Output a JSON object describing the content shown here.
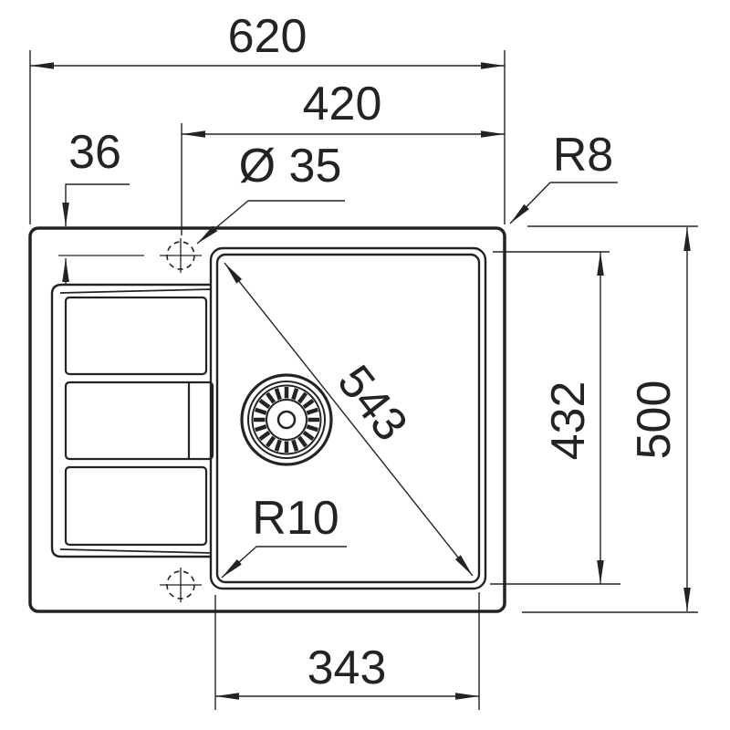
{
  "drawing": {
    "background": "#ffffff",
    "line_color": "#232323",
    "dimensions": {
      "overall_width": "620",
      "tap_centerline_to_right_edge": "420",
      "rim_to_tap_centerline": "36",
      "tap_hole_diameter": "Ø 35",
      "outer_corner_radius": "R8",
      "bowl_diagonal": "543",
      "bowl_inner_depth": "432",
      "overall_depth": "500",
      "bowl_corner_radius": "R10",
      "bowl_inner_width": "343"
    }
  }
}
